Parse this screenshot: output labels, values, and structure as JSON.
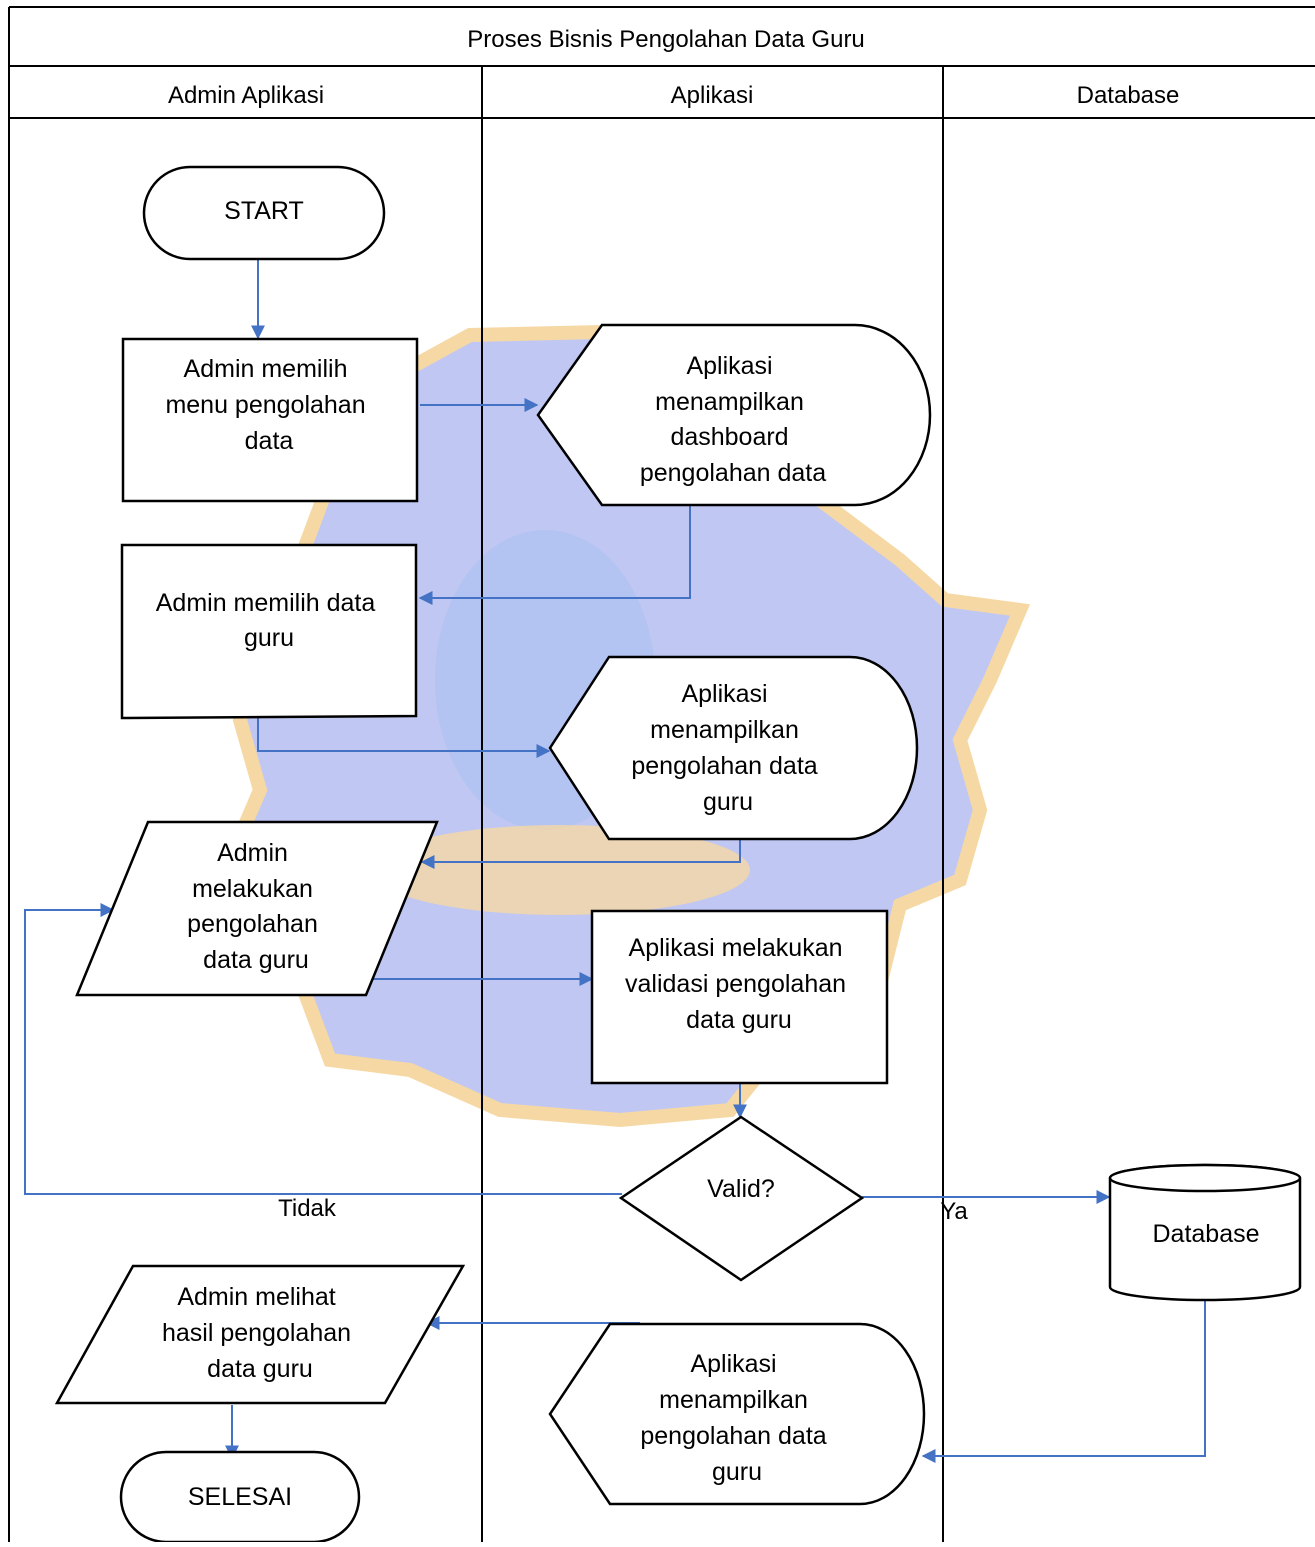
{
  "diagram": {
    "title": "Proses Bisnis Pengolahan Data Guru",
    "lanes": [
      {
        "id": "admin",
        "label": "Admin Aplikasi"
      },
      {
        "id": "app",
        "label": "Aplikasi"
      },
      {
        "id": "db",
        "label": "Database"
      }
    ],
    "nodes": {
      "start": {
        "type": "terminator",
        "lines": [
          "START"
        ]
      },
      "choose_menu": {
        "type": "process",
        "lines": [
          "Admin memilih",
          "menu pengolahan",
          "data"
        ]
      },
      "show_dashboard": {
        "type": "display",
        "lines": [
          "Aplikasi",
          "menampilkan",
          "dashboard",
          "pengolahan data"
        ]
      },
      "choose_teacher": {
        "type": "document",
        "lines": [
          "Admin memilih data",
          "guru"
        ]
      },
      "show_teacher": {
        "type": "display",
        "lines": [
          "Aplikasi",
          "menampilkan",
          "pengolahan data",
          "guru"
        ]
      },
      "process_teacher": {
        "type": "io",
        "lines": [
          "Admin",
          "melakukan",
          "pengolahan",
          "data guru"
        ]
      },
      "validate": {
        "type": "process",
        "lines": [
          "Aplikasi melakukan",
          "validasi pengolahan",
          "data guru"
        ]
      },
      "valid": {
        "type": "decision",
        "lines": [
          "Valid?"
        ]
      },
      "database": {
        "type": "database",
        "lines": [
          "Database"
        ]
      },
      "view_result": {
        "type": "io",
        "lines": [
          "Admin melihat",
          "hasil pengolahan",
          "data guru"
        ]
      },
      "show_result": {
        "type": "display",
        "lines": [
          "Aplikasi",
          "menampilkan",
          "pengolahan data",
          "guru"
        ]
      },
      "end": {
        "type": "terminator",
        "lines": [
          "SELESAI"
        ]
      }
    },
    "edge_labels": {
      "no": "Tidak",
      "yes": "Ya"
    },
    "colors": {
      "connector": "#4472C4",
      "outline": "#000000",
      "watermark_blue": "#B4BEF0",
      "watermark_orange": "#F5D296"
    }
  }
}
